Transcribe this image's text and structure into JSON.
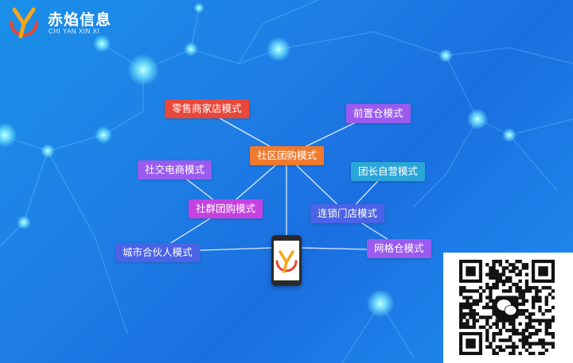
{
  "brand": {
    "name": "赤焰信息",
    "subtitle": "CHI YAN XIN XI",
    "colors": {
      "red": "#e8462e",
      "orange": "#f7a51b",
      "text": "#ffffff"
    }
  },
  "background": {
    "from": "#1a8fe8",
    "to": "#1f8ff0",
    "node_color": "#7ff0ff"
  },
  "center_node": {
    "label": "社区团购模式",
    "color": "#f07a2d"
  },
  "nodes": [
    {
      "id": "retail",
      "label": "零售商家店模式",
      "color": "#e8483a"
    },
    {
      "id": "front",
      "label": "前置仓模式",
      "color": "#9b5bef"
    },
    {
      "id": "social_ec",
      "label": "社交电商模式",
      "color": "#9b5bef"
    },
    {
      "id": "leader",
      "label": "团长自营模式",
      "color": "#2aa6d8"
    },
    {
      "id": "group_buy",
      "label": "社群团购模式",
      "color": "#c642e0"
    },
    {
      "id": "chain",
      "label": "连锁门店模式",
      "color": "#4b63e6"
    },
    {
      "id": "partner",
      "label": "城市合伙人模式",
      "color": "#4b63e6"
    },
    {
      "id": "grid",
      "label": "网格仓模式",
      "color": "#9b5bef"
    }
  ],
  "phone": {
    "icon": "brand-logo-icon"
  },
  "qr": {
    "icon": "wechat-icon"
  }
}
